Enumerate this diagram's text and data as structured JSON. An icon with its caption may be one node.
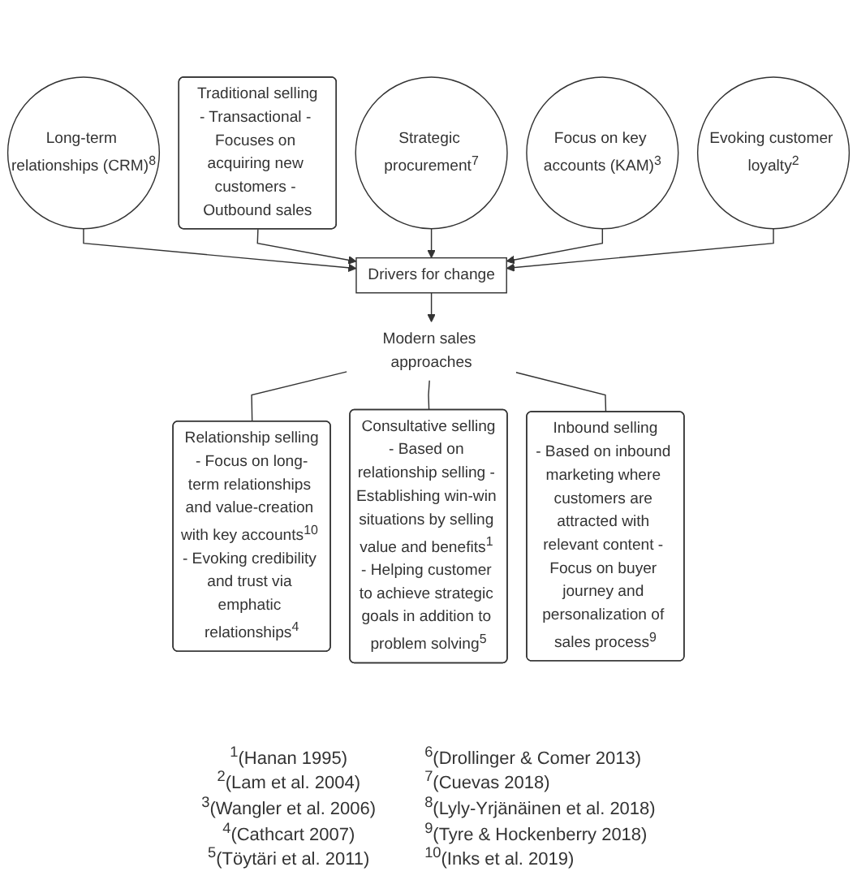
{
  "diagram": {
    "nodes": [
      {
        "text": [
          "Traditional selling",
          "- Transactional - Focuses on acquiring new customers - Outbound sales"
        ]
      },
      {
        "text": [
          "Long-term relationships (CRM)$^{8}$"
        ]
      },
      {
        "text": [
          "Strategic procurement$^{7}$"
        ]
      },
      {
        "text": [
          "Drivers for change"
        ]
      },
      {
        "text": [
          "Focus on key accounts (KAM)$^{3}$"
        ]
      },
      {
        "text": [
          "Evoking customer loyalty$^{2}$"
        ]
      },
      {
        "text": [
          "Modern sales approaches"
        ]
      },
      {
        "text": [
          "Relationship selling",
          "- Focus on long-term relationships and value-creation with key accounts$^{10}$ - Evoking credibility and trust via emphatic relationships$^{4}$"
        ]
      },
      {
        "text": [
          "Consultative selling",
          "- Based on relationship selling - Establishing win-win situations by selling value and benefits$^{1}$ - Helping customer to achieve strategic goals in addition to problem solving$^{5}$"
        ]
      },
      {
        "text": [
          "Inbound selling",
          "- Based on inbound marketing where customers are attracted with relevant content - Focus on buyer journey and personalization of sales process$^{9}$"
        ]
      }
    ],
    "edges": [
      {
        "from": 1,
        "to": 3,
        "arrow": "to"
      },
      {
        "from": 0,
        "to": 3,
        "arrow": "to"
      },
      {
        "from": 2,
        "to": 3,
        "arrow": "to"
      },
      {
        "from": 4,
        "to": 3,
        "arrow": "to"
      },
      {
        "from": 5,
        "to": 3,
        "arrow": "to"
      },
      {
        "from": 3,
        "to": 6,
        "arrow": "to"
      },
      {
        "from": 6,
        "to": 7,
        "arrow": "none"
      },
      {
        "from": 6,
        "to": 8,
        "arrow": "none"
      },
      {
        "from": 6,
        "to": 9,
        "arrow": "none"
      }
    ],
    "labels": [
      "$^{1}$(Hanan 1995)",
      "$^{2}$(Lam et al. 2004)",
      "$^{3}$(Wangler et al. 2006)",
      "$^{4}$(Cathcart 2007)",
      "$^{5}$(Töytäri et al. 2011)",
      "$^{6}$(Drollinger & Comer 2013)",
      "$^{7}$(Cuevas 2018)",
      "$^{8}$(Lyly-Yrjänäinen et al. 2018)",
      "$^{9}$(Tyre & Hockenberry 2018)",
      "$^{10}$(Inks et al. 2019)"
    ]
  }
}
